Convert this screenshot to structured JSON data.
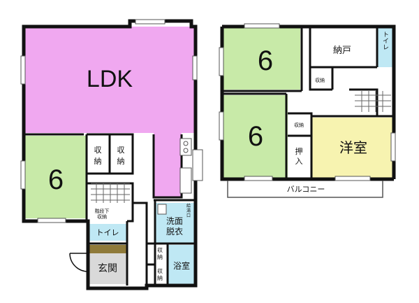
{
  "floor1": {
    "ldk": {
      "label": "LDK",
      "color": "#f0a8f0"
    },
    "washitsu": {
      "label": "6",
      "color": "#c8eaa8"
    },
    "closet_a": {
      "line1": "収",
      "line2": "納"
    },
    "closet_b": {
      "line1": "収",
      "line2": "納"
    },
    "under_stair_storage": {
      "line1": "階段下",
      "line2": "収納"
    },
    "toilet": {
      "label": "トイレ",
      "color": "#bfe8f4"
    },
    "genkan": {
      "label": "玄関",
      "color": "#d9d9d9",
      "step_color": "#8f7a3a"
    },
    "senmen": {
      "line1": "洗面",
      "line2": "脱衣",
      "color": "#bfe8f4"
    },
    "water_heater": {
      "line1": "給",
      "line2": "湯",
      "line3": "口"
    },
    "bath": {
      "label": "浴室",
      "color": "#bfe8f4"
    },
    "storage_upper": {
      "line1": "収",
      "line2": "納"
    },
    "storage_lower": {
      "line1": "収",
      "line2": "納"
    },
    "kitchen_strip_color": "#f0a8f0"
  },
  "floor2": {
    "washitsu_upper": {
      "label": "6",
      "color": "#c8eaa8"
    },
    "washitsu_lower": {
      "label": "6",
      "color": "#c8eaa8"
    },
    "nando": {
      "label": "納戸"
    },
    "toilet": {
      "label": "トイレ",
      "color": "#bfe8f4"
    },
    "storage_right": {
      "label": "収納"
    },
    "storage_mid": {
      "label": "収納"
    },
    "oshiire": {
      "line1": "押",
      "line2": "入"
    },
    "yoshitsu": {
      "label": "洋室",
      "color": "#f7f3b0"
    },
    "balcony": {
      "label": "バルコニー"
    }
  },
  "colors": {
    "wall": "#111111",
    "window": "#ffffff"
  }
}
